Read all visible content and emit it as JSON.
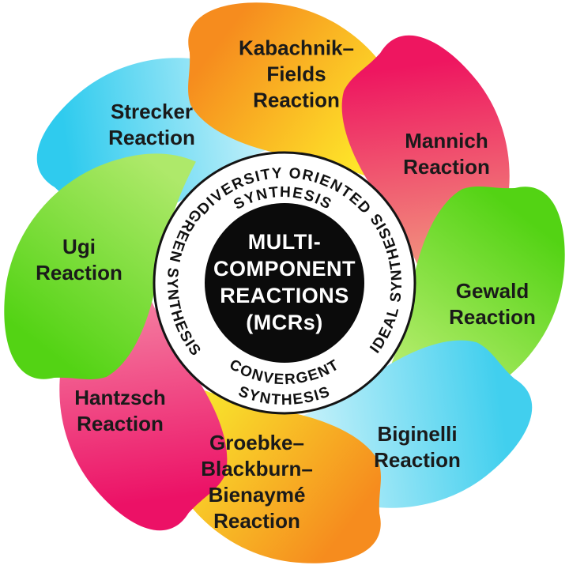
{
  "diagram": {
    "background_color": "#ffffff",
    "center": {
      "label": "MULTI-\nCOMPONENT\nREACTIONS\n(MCRs)",
      "disc_color": "#0b0b0b",
      "text_color": "#ffffff",
      "ring_fill": "#ffffff",
      "ring_stroke": "#141414",
      "ring_labels": {
        "top_line1": "DIVERSITY ORIENTED",
        "top_line2": "SYNTHESIS",
        "right": "IDEAL SYNTHESIS",
        "bottom_line1": "CONVERGENT",
        "bottom_line2": "SYNTHESIS",
        "left": "GREEN SYNTHESIS"
      }
    },
    "label_text_color": "#1a1a1a",
    "petals": [
      {
        "name": "strecker",
        "label": "Strecker\nReaction",
        "color_head": "#2fcbee",
        "color_tail": "#cff3fb"
      },
      {
        "name": "kabachnik-fields",
        "label": "Kabachnik–\nFields\nReaction",
        "color_head": "#f68c1e",
        "color_tail": "#fff32b"
      },
      {
        "name": "mannich",
        "label": "Mannich\nReaction",
        "color_head": "#ee1660",
        "color_tail": "#f29b80"
      },
      {
        "name": "gewald",
        "label": "Gewald\nReaction",
        "color_head": "#53d314",
        "color_tail": "#beef75"
      },
      {
        "name": "biginelli",
        "label": "Biginelli\nReaction",
        "color_head": "#41cfee",
        "color_tail": "#d2f4fb"
      },
      {
        "name": "groebke-blackburn-bienayme",
        "label": "Groebke–\nBlackburn–\nBienaymé\nReaction",
        "color_head": "#f68c1e",
        "color_tail": "#f9ee2e"
      },
      {
        "name": "hantzsch",
        "label": "Hantzsch\nReaction",
        "color_head": "#ec1166",
        "color_tail": "#f586a5"
      },
      {
        "name": "ugi",
        "label": "Ugi\nReaction",
        "color_head": "#53d314",
        "color_tail": "#aee96a"
      }
    ]
  }
}
